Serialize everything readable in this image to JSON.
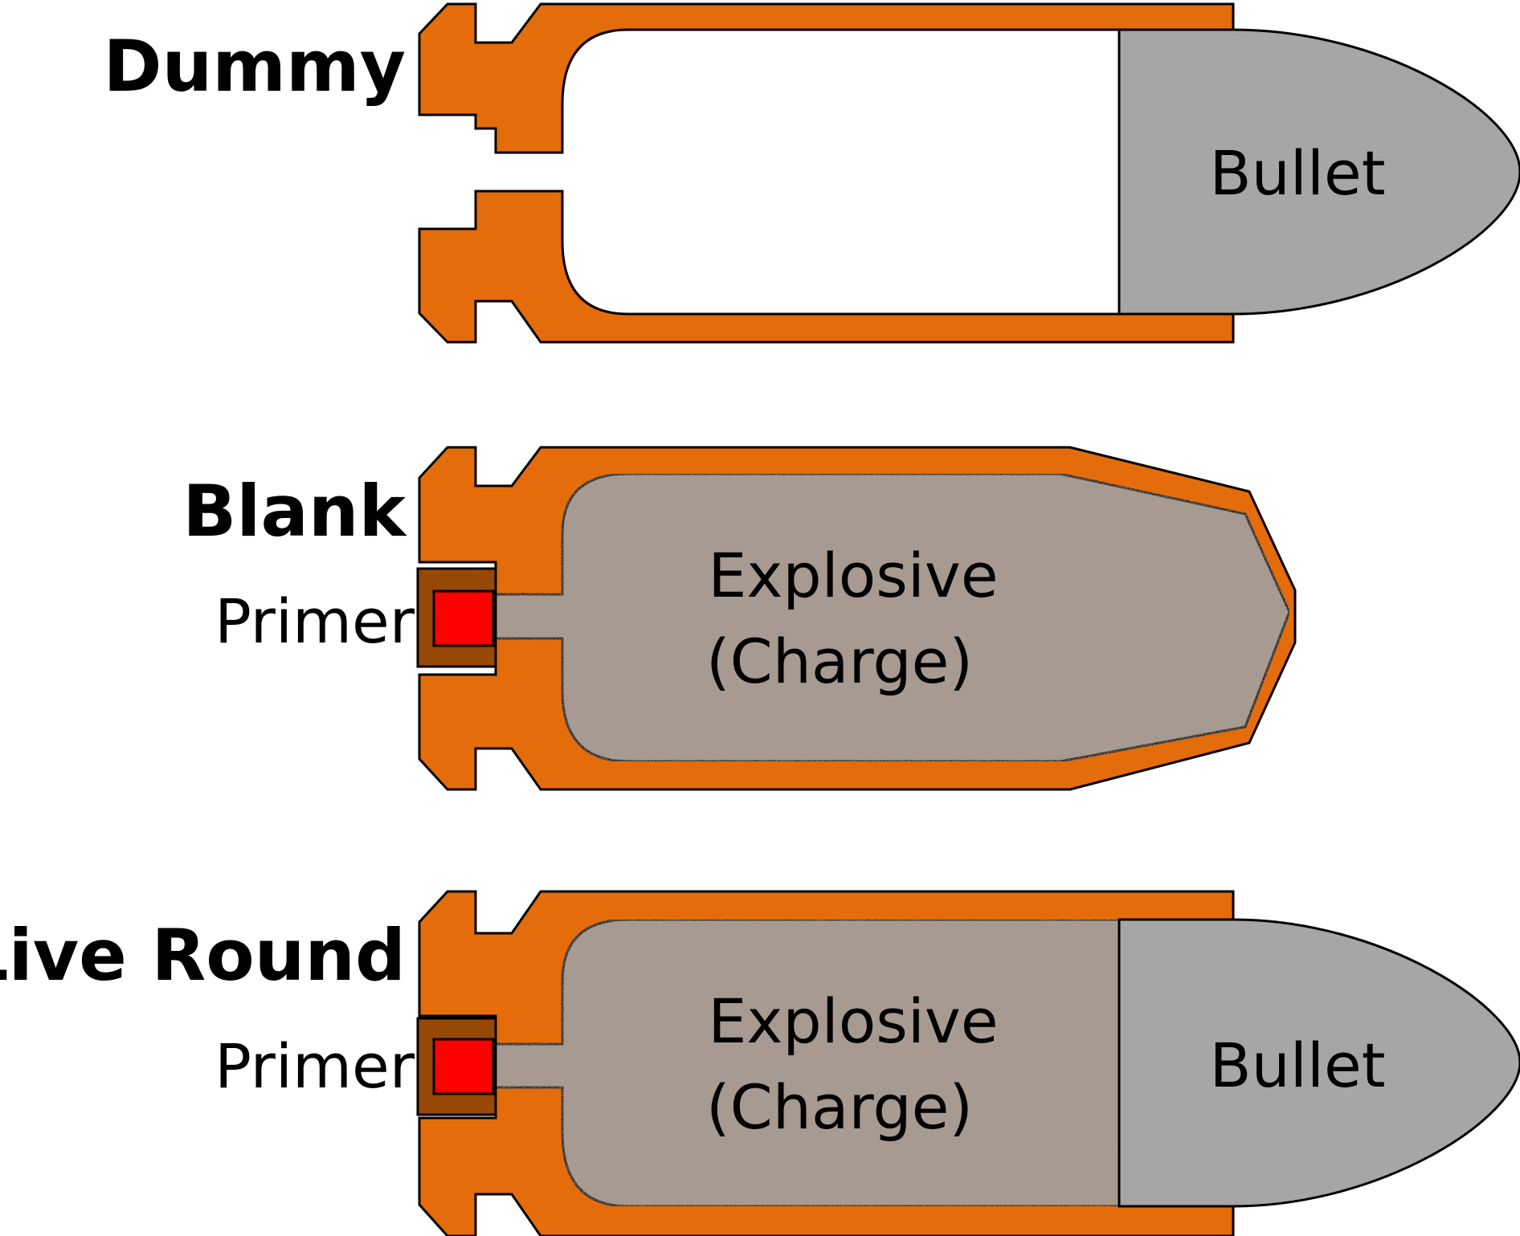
{
  "colors": {
    "casing": "#E46C0A",
    "bullet": "#A6A6A6",
    "charge": "#A89A90",
    "primer_cup": "#974806",
    "primer_core": "#FF0000",
    "outline": "#000000",
    "background": "#FFFFFF"
  },
  "rounds": {
    "dummy": {
      "title": "Dummy",
      "bullet_label": "Bullet"
    },
    "blank": {
      "title": "Blank",
      "primer_label": "Primer",
      "charge_label_line1": "Explosive",
      "charge_label_line2": "(Charge)"
    },
    "live": {
      "title": "Live Round",
      "primer_label": "Primer",
      "charge_label_line1": "Explosive",
      "charge_label_line2": "(Charge)",
      "bullet_label": "Bullet"
    }
  }
}
